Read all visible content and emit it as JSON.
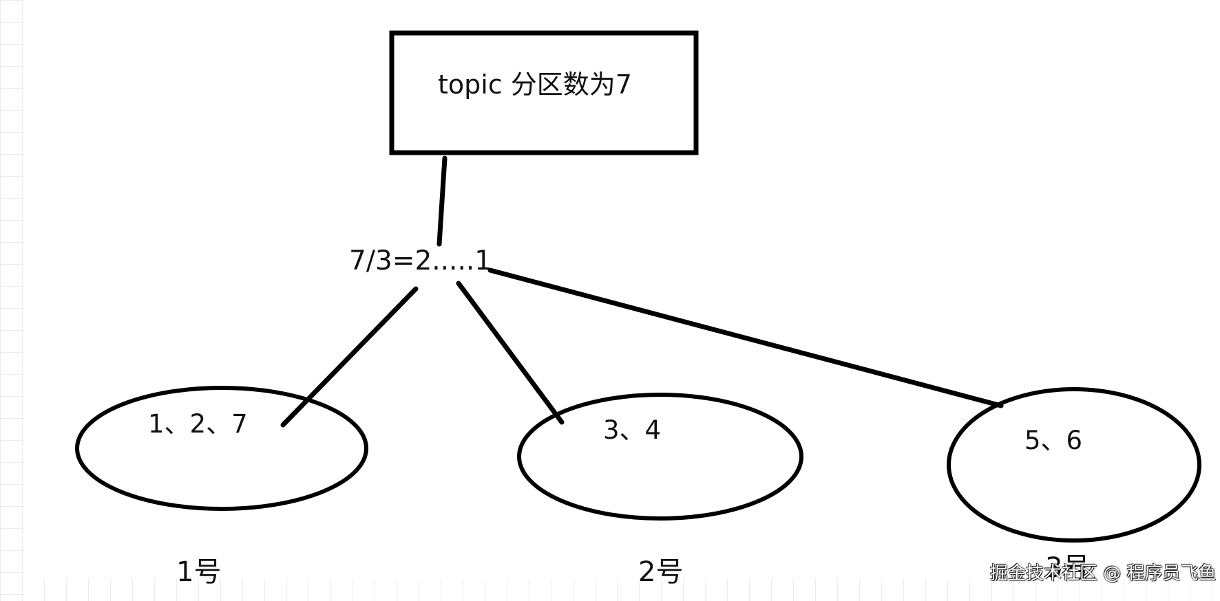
{
  "box": {
    "label": "topic 分区数为7"
  },
  "formula": {
    "text": "7/3=2.....1"
  },
  "nodes": [
    {
      "partitions": "1、2、7",
      "caption": "1号"
    },
    {
      "partitions": "3、4",
      "caption": "2号"
    },
    {
      "partitions": "5、6",
      "caption": "3号"
    }
  ],
  "watermark": {
    "text": "掘金技术社区 @ 程序员飞鱼"
  },
  "colors": {
    "stroke": "#000000",
    "background": "#ffffff"
  }
}
